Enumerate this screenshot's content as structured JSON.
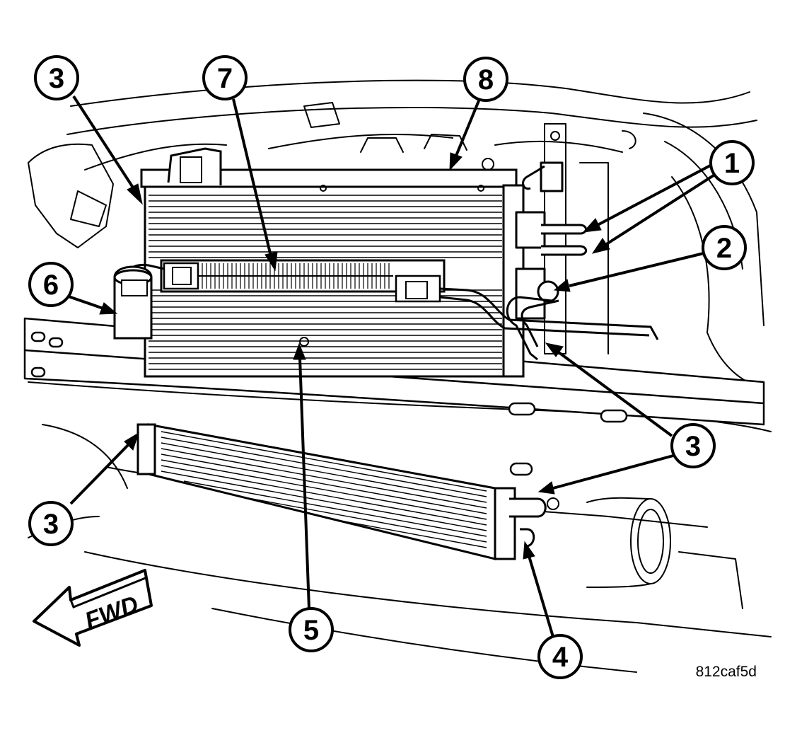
{
  "callouts": [
    {
      "number": "1"
    },
    {
      "number": "2"
    },
    {
      "number": "3"
    },
    {
      "number": "3"
    },
    {
      "number": "3"
    },
    {
      "number": "3"
    },
    {
      "number": "4"
    },
    {
      "number": "5"
    },
    {
      "number": "6"
    },
    {
      "number": "7"
    },
    {
      "number": "8"
    }
  ],
  "direction_label": "FWD",
  "figure_id": "812caf5d"
}
